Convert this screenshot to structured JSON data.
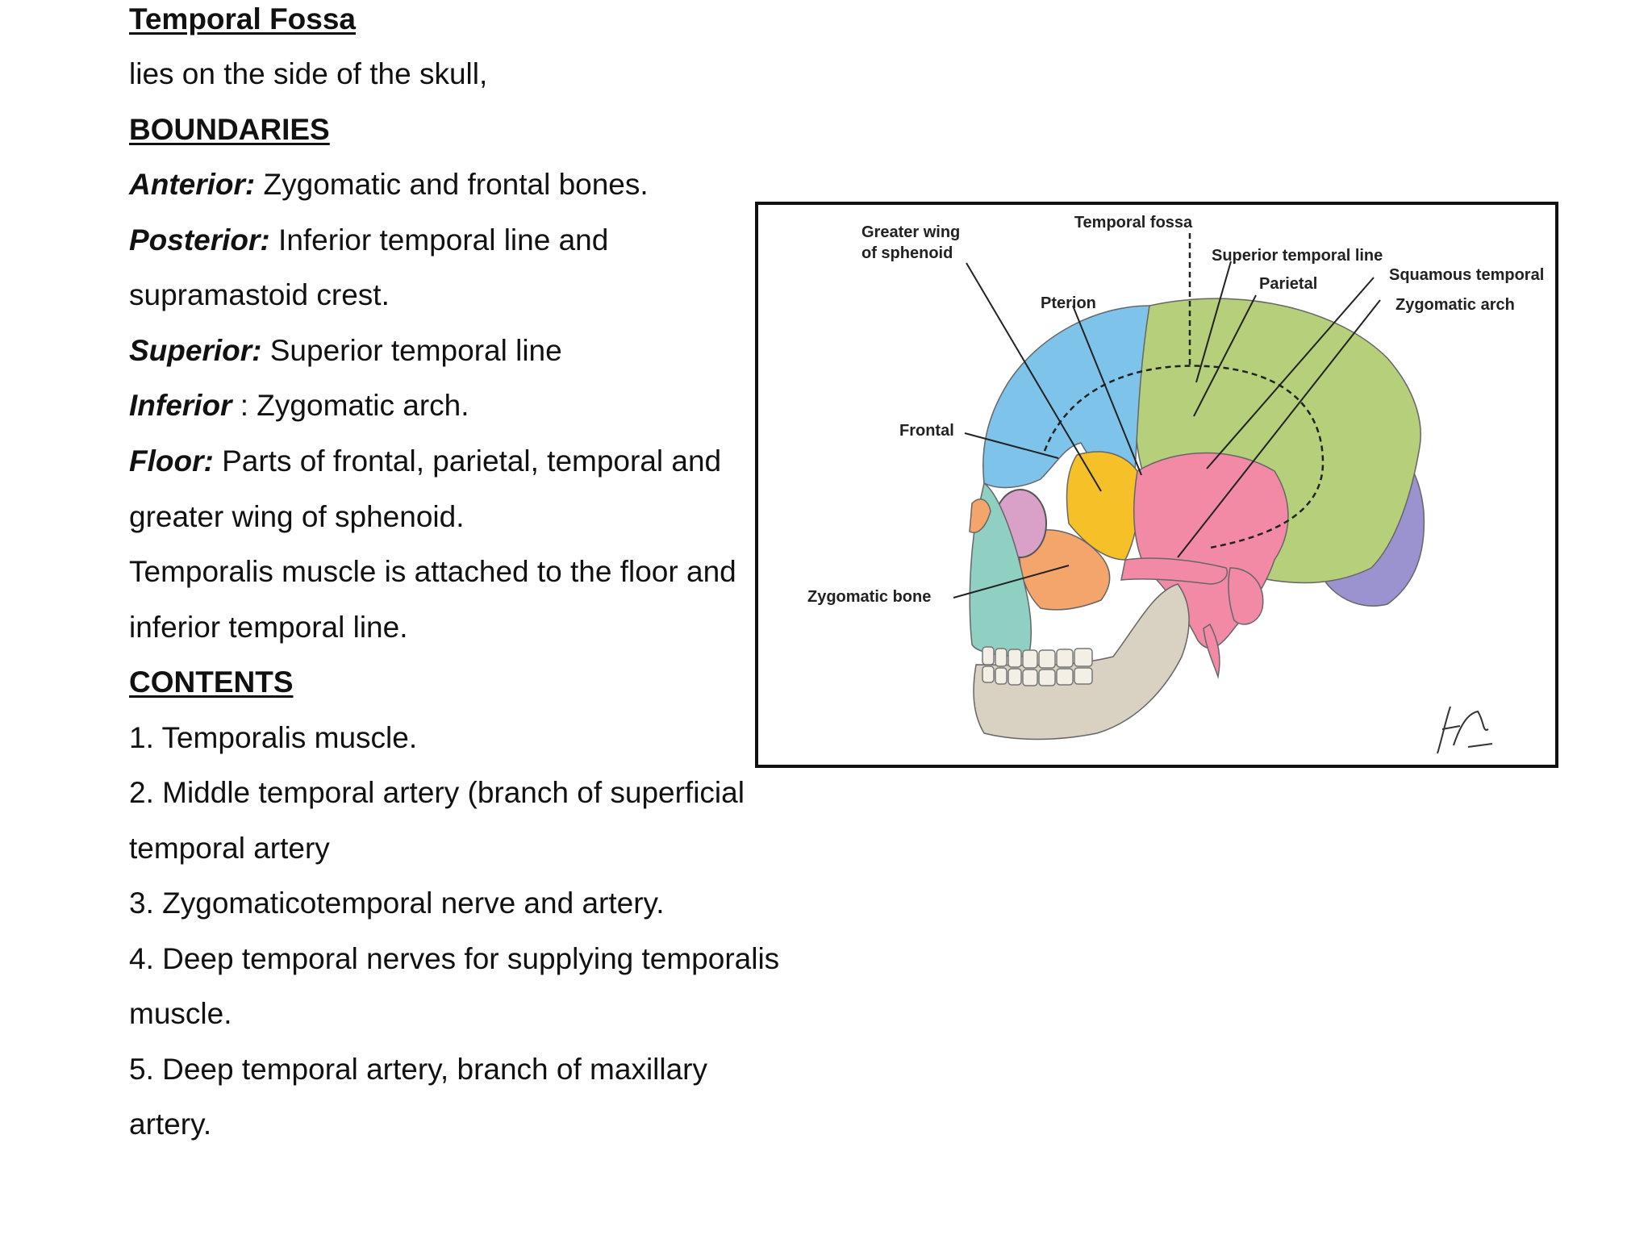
{
  "title": "Temporal Fossa",
  "intro": "lies on the side of the skull,",
  "boundaries": {
    "heading": "BOUNDARIES",
    "anterior": {
      "label": "Anterior:",
      "text": " Zygomatic and frontal bones."
    },
    "posterior": {
      "label": "Posterior:",
      "text": " Inferior temporal line and",
      "text_cont": "supramastoid crest."
    },
    "superior": {
      "label": "Superior:",
      "text": " Superior temporal line"
    },
    "inferior": {
      "label": "Inferior",
      "text": " : Zygomatic arch."
    },
    "floor": {
      "label": "Floor:",
      "text": " Parts of frontal, parietal, temporal and",
      "text_cont": "greater wing of sphenoid."
    },
    "note_1": "Temporalis muscle is attached to the floor and",
    "note_2": "inferior temporal line."
  },
  "contents": {
    "heading": "CONTENTS",
    "lines": [
      "1. Temporalis muscle.",
      "2. Middle temporal artery (branch of superficial",
      "temporal artery",
      "3. Zygomaticotemporal nerve and artery.",
      "4. Deep temporal nerves for supplying temporalis",
      "muscle.",
      "5. Deep temporal artery, branch of maxillary",
      "artery."
    ]
  },
  "figure": {
    "labels": {
      "temporal_fossa": "Temporal fossa",
      "greater_wing_1": "Greater wing",
      "greater_wing_2": "of sphenoid",
      "superior_temporal_line": "Superior temporal line",
      "squamous_temporal": "Squamous temporal",
      "parietal": "Parietal",
      "zygomatic_arch": "Zygomatic arch",
      "pterion": "Pterion",
      "frontal": "Frontal",
      "zygomatic_bone": "Zygomatic bone"
    },
    "colors": {
      "frontal": "#7ec3ea",
      "parietal": "#b5cf7a",
      "temporal": "#f28aa6",
      "sphenoid": "#f5c028",
      "zygomatic": "#f4a56c",
      "occipital": "#9a93cf",
      "maxilla": "#8fd0c2",
      "mandible": "#d9d1c2"
    }
  }
}
